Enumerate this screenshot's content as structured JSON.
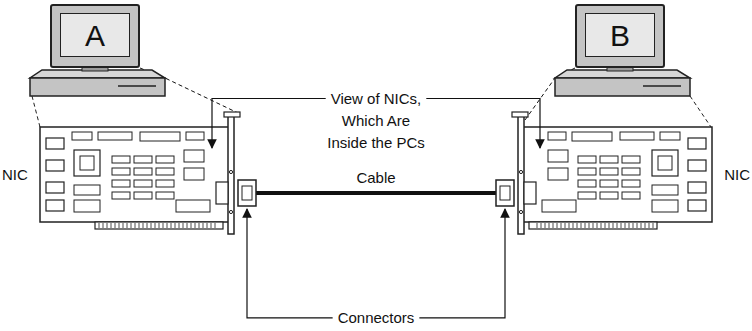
{
  "diagram": {
    "nodes": [
      {
        "text": [
          "A"
        ]
      },
      {
        "text": [
          "B"
        ]
      },
      {
        "text": [
          "NIC"
        ]
      },
      {
        "text": [
          "NIC"
        ]
      }
    ],
    "edges": [
      {
        "from": 0,
        "to": 2,
        "arrow": "none"
      },
      {
        "from": 1,
        "to": 3,
        "arrow": "none"
      },
      {
        "from": 2,
        "to": 3,
        "label": "Cable",
        "arrow": "none"
      }
    ],
    "labels": [
      "View of NICs, Which Are Inside the PCs",
      "Connectors"
    ]
  }
}
